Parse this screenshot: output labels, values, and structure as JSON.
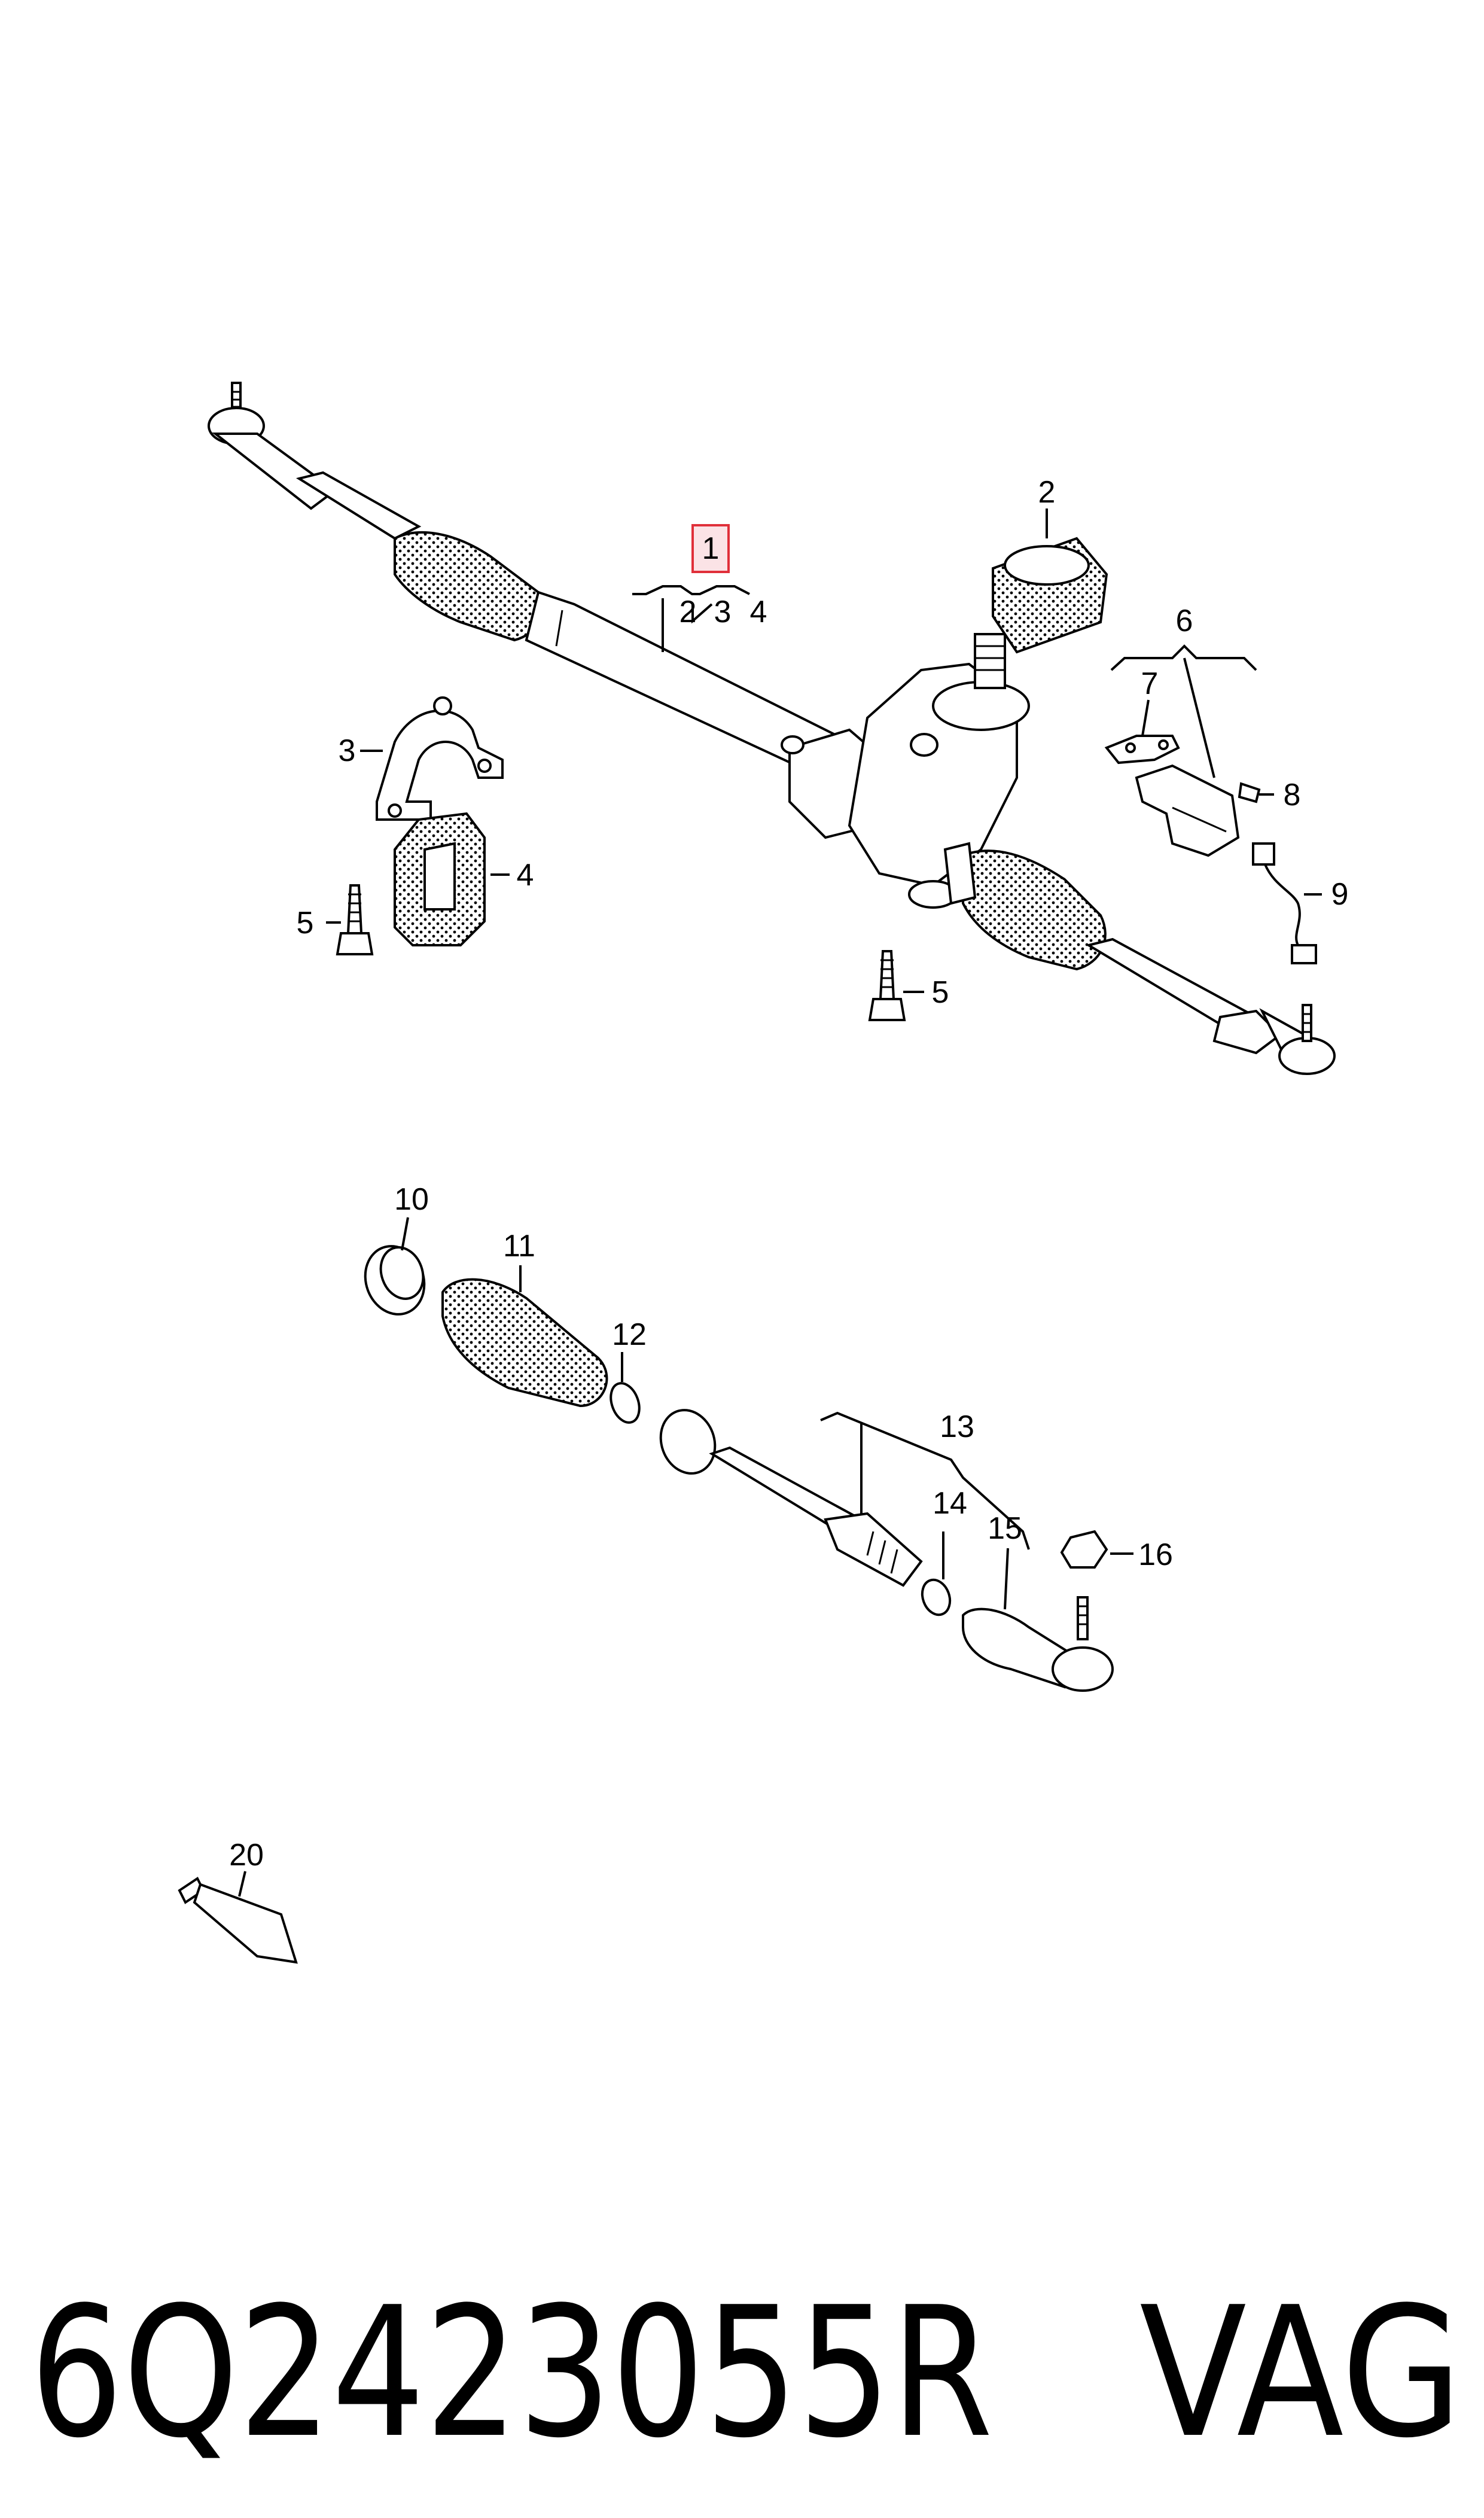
{
  "diagram": {
    "callouts": {
      "c1": "1",
      "c1_sub2": "2",
      "c1_sub3": "3",
      "c1_sub4": "4",
      "c2": "2",
      "c3": "3",
      "c4": "4",
      "c5_left": "5",
      "c5_right": "5",
      "c6": "6",
      "c7": "7",
      "c8": "8",
      "c9": "9",
      "c10": "10",
      "c11": "11",
      "c12": "12",
      "c13": "13",
      "c14": "14",
      "c15": "15",
      "c16": "16",
      "c20": "20"
    },
    "highlight_color": "#e0303a"
  },
  "footer": {
    "part_number": "6Q2423055R",
    "brand": "VAG"
  }
}
